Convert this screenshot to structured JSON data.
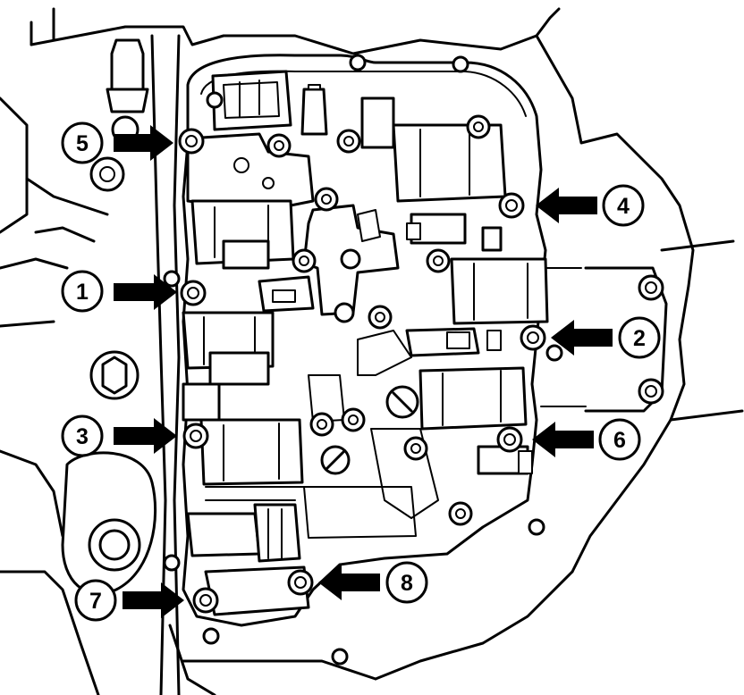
{
  "diagram": {
    "callouts": [
      {
        "id": "callout-1",
        "label": "1"
      },
      {
        "id": "callout-2",
        "label": "2"
      },
      {
        "id": "callout-3",
        "label": "3"
      },
      {
        "id": "callout-4",
        "label": "4"
      },
      {
        "id": "callout-5",
        "label": "5"
      },
      {
        "id": "callout-6",
        "label": "6"
      },
      {
        "id": "callout-7",
        "label": "7"
      },
      {
        "id": "callout-8",
        "label": "8"
      }
    ],
    "colors": {
      "line": "#000000",
      "background": "#ffffff"
    }
  }
}
